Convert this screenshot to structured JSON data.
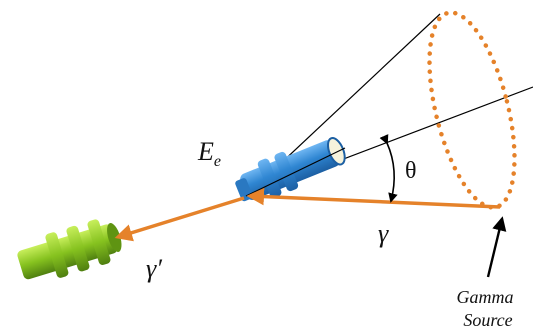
{
  "labels": {
    "electron_energy": "E",
    "electron_energy_sub": "e",
    "angle": "θ",
    "incident_photon": "γ",
    "scattered_photon": "γ′",
    "source_line1": "Gamma",
    "source_line2": "Source"
  },
  "colors": {
    "beam": "#e5822a",
    "cone_dots": "#e5822a",
    "electron_detector": "#2f86d2",
    "photon_detector": "#7fb61e",
    "lines": "#000000"
  }
}
